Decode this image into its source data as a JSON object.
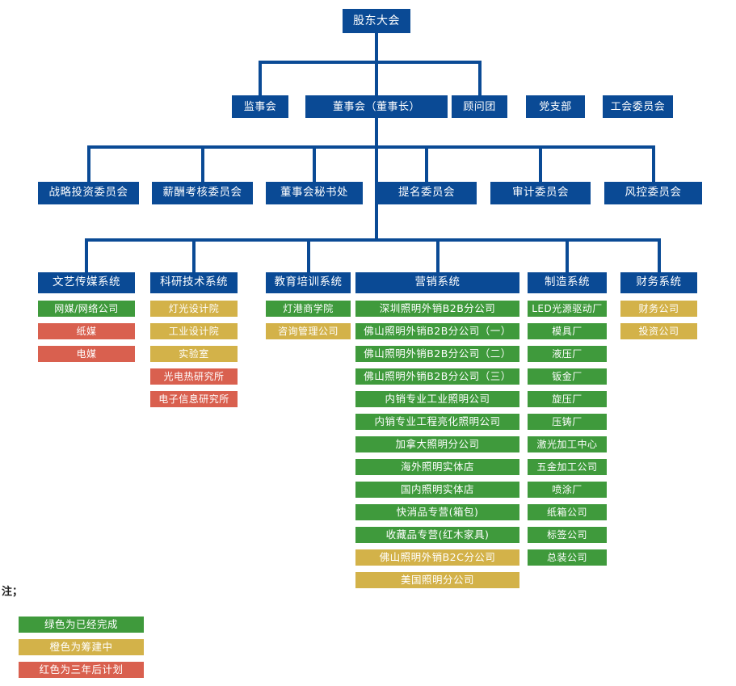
{
  "meta": {
    "title": "公司组织架构图",
    "colors": {
      "blue": "#0a4a95",
      "green": "#3f9a3c",
      "gold": "#d3b249",
      "red": "#d9604f",
      "background": "#ffffff",
      "connector": "#0a4a95"
    }
  },
  "root": {
    "label": "股东大会"
  },
  "level2": [
    {
      "label": "监事会"
    },
    {
      "label": "董事会（董事长）"
    },
    {
      "label": "顾问团"
    },
    {
      "label": "党支部"
    },
    {
      "label": "工会委员会"
    }
  ],
  "level3": [
    {
      "label": "战略投资委员会"
    },
    {
      "label": "薪酬考核委员会"
    },
    {
      "label": "董事会秘书处"
    },
    {
      "label": "提名委员会"
    },
    {
      "label": "审计委员会"
    },
    {
      "label": "风控委员会"
    }
  ],
  "systems": [
    {
      "header": "文艺传媒系统",
      "items": [
        {
          "label": "网媒/网络公司",
          "status": "green"
        },
        {
          "label": "纸媒",
          "status": "red"
        },
        {
          "label": "电媒",
          "status": "red"
        }
      ]
    },
    {
      "header": "科研技术系统",
      "items": [
        {
          "label": "灯光设计院",
          "status": "gold"
        },
        {
          "label": "工业设计院",
          "status": "gold"
        },
        {
          "label": "实验室",
          "status": "gold"
        },
        {
          "label": "光电热研究所",
          "status": "red"
        },
        {
          "label": "电子信息研究所",
          "status": "red"
        }
      ]
    },
    {
      "header": "教育培训系统",
      "items": [
        {
          "label": "灯港商学院",
          "status": "green"
        },
        {
          "label": "咨询管理公司",
          "status": "gold"
        }
      ]
    },
    {
      "header": "营销系统",
      "items": [
        {
          "label": "深圳照明外销B2B分公司",
          "status": "green"
        },
        {
          "label": "佛山照明外销B2B分公司（一）",
          "status": "green"
        },
        {
          "label": "佛山照明外销B2B分公司（二）",
          "status": "green"
        },
        {
          "label": "佛山照明外销B2B分公司（三）",
          "status": "green"
        },
        {
          "label": "内销专业工业照明公司",
          "status": "green"
        },
        {
          "label": "内销专业工程亮化照明公司",
          "status": "green"
        },
        {
          "label": "加拿大照明分公司",
          "status": "green"
        },
        {
          "label": "海外照明实体店",
          "status": "green"
        },
        {
          "label": "国内照明实体店",
          "status": "green"
        },
        {
          "label": "快消品专营(箱包)",
          "status": "green"
        },
        {
          "label": "收藏品专营(红木家具)",
          "status": "green"
        },
        {
          "label": "佛山照明外销B2C分公司",
          "status": "gold"
        },
        {
          "label": "美国照明分公司",
          "status": "gold"
        }
      ]
    },
    {
      "header": "制造系统",
      "items": [
        {
          "label": "LED光源驱动厂",
          "status": "green"
        },
        {
          "label": "模具厂",
          "status": "green"
        },
        {
          "label": "液压厂",
          "status": "green"
        },
        {
          "label": "钣金厂",
          "status": "green"
        },
        {
          "label": "旋压厂",
          "status": "green"
        },
        {
          "label": "压铸厂",
          "status": "green"
        },
        {
          "label": "激光加工中心",
          "status": "green"
        },
        {
          "label": "五金加工公司",
          "status": "green"
        },
        {
          "label": "喷涂厂",
          "status": "green"
        },
        {
          "label": "纸箱公司",
          "status": "green"
        },
        {
          "label": "标签公司",
          "status": "green"
        },
        {
          "label": "总装公司",
          "status": "green"
        }
      ]
    },
    {
      "header": "财务系统",
      "items": [
        {
          "label": "财务公司",
          "status": "gold"
        },
        {
          "label": "投资公司",
          "status": "gold"
        }
      ]
    }
  ],
  "legend": {
    "note_label": "注；",
    "entries": [
      {
        "label": "绿色为已经完成",
        "status": "green"
      },
      {
        "label": "橙色为筹建中",
        "status": "gold"
      },
      {
        "label": "红色为三年后计划",
        "status": "red"
      }
    ]
  }
}
